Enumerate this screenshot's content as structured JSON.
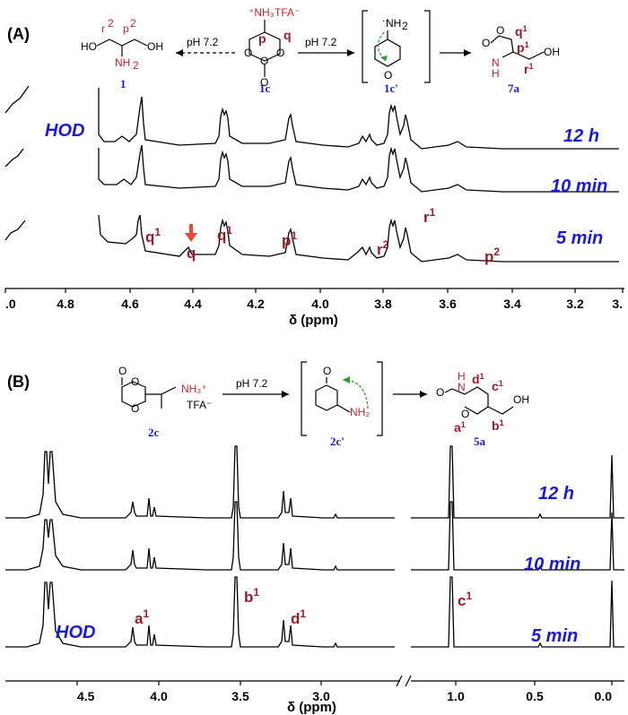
{
  "panel_a": {
    "label": "(A)",
    "scheme": {
      "reactant": "1c",
      "reactant_substituent": "+NH3 TFA-",
      "reactant_labels": [
        "p",
        "q"
      ],
      "left_condition": "pH 7.2",
      "left_product": "1",
      "left_product_labels": [
        "r2",
        "p2"
      ],
      "right_condition": "pH 7.2",
      "intermediate": "1c'",
      "final_product": "7a",
      "final_product_labels": [
        "q1",
        "p1",
        "r1"
      ]
    },
    "spectra_labels": [
      "12 h",
      "10 min",
      "5 min"
    ],
    "hod_label": "HOD",
    "peak_labels": [
      {
        "text": "q",
        "sup": "1",
        "ppm": 4.56
      },
      {
        "text": "q",
        "sup": "",
        "ppm": 4.39,
        "marker": "red-arrow"
      },
      {
        "text": "q",
        "sup": "1",
        "ppm": 4.29
      },
      {
        "text": "p",
        "sup": "1",
        "ppm": 4.07
      },
      {
        "text": "r",
        "sup": "2",
        "ppm": 3.78
      },
      {
        "text": "r",
        "sup": "1",
        "ppm": 3.64
      },
      {
        "text": "p",
        "sup": "2",
        "ppm": 3.44
      }
    ],
    "x_ticks": [
      ".0",
      "4.8",
      "4.6",
      "4.4",
      "4.2",
      "4.0",
      "3.8",
      "3.6",
      "3.4",
      "3.2",
      "3."
    ],
    "x_label": "δ (ppm)"
  },
  "panel_b": {
    "label": "(B)",
    "scheme": {
      "reactant": "2c",
      "reactant_substituent": "NH3+",
      "counterion": "TFA-",
      "condition": "pH 7.2",
      "intermediate": "2c'",
      "intermediate_substituent": "NH2",
      "final_product": "5a",
      "final_product_labels": [
        "d1",
        "c1",
        "a1",
        "b1"
      ]
    },
    "spectra_labels": [
      "12 h",
      "10 min",
      "5 min"
    ],
    "hod_label": "HOD",
    "peak_labels": [
      {
        "text": "a",
        "sup": "1",
        "ppm": 4.12
      },
      {
        "text": "b",
        "sup": "1",
        "ppm": 3.53
      },
      {
        "text": "d",
        "sup": "1",
        "ppm": 3.16
      },
      {
        "text": "c",
        "sup": "1",
        "ppm": 1.0
      }
    ],
    "x_ticks": [
      "4.5",
      "4.0",
      "3.5",
      "3.0",
      "1.0",
      "0.5",
      "0.0"
    ],
    "x_label": "δ (ppm)"
  }
}
